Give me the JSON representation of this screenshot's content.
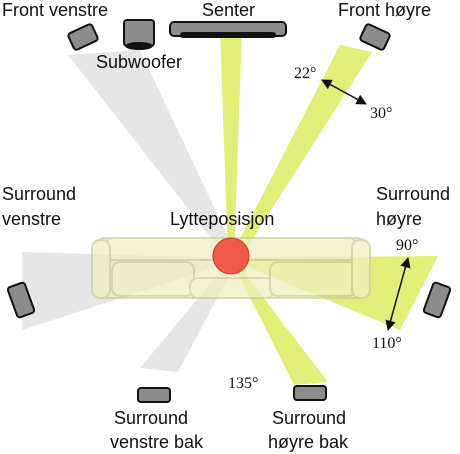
{
  "colors": {
    "left_beam": "#e2e2e2",
    "right_beam": "#dceb5f",
    "sofa_fill": "#efefc0",
    "sofa_stroke": "#cfcf9a",
    "listener": "#ef5a4a",
    "speaker_body": "#8c8c8c",
    "speaker_edge": "#111111"
  },
  "labels": {
    "front_left": "Front venstre",
    "center": "Senter",
    "front_right": "Front høyre",
    "subwoofer": "Subwoofer",
    "surround_left_line1": "Surround",
    "surround_left_line2": "venstre",
    "surround_right_line1": "Surround",
    "surround_right_line2": "høyre",
    "listening_position": "Lytteposisjon",
    "surround_left_back_line1": "Surround",
    "surround_left_back_line2": "venstre bak",
    "surround_right_back_line1": "Surround",
    "surround_right_back_line2": "høyre bak"
  },
  "angles": {
    "front_min": "22°",
    "front_max": "30°",
    "surround_min": "90°",
    "surround_max": "110°",
    "back": "135°"
  }
}
